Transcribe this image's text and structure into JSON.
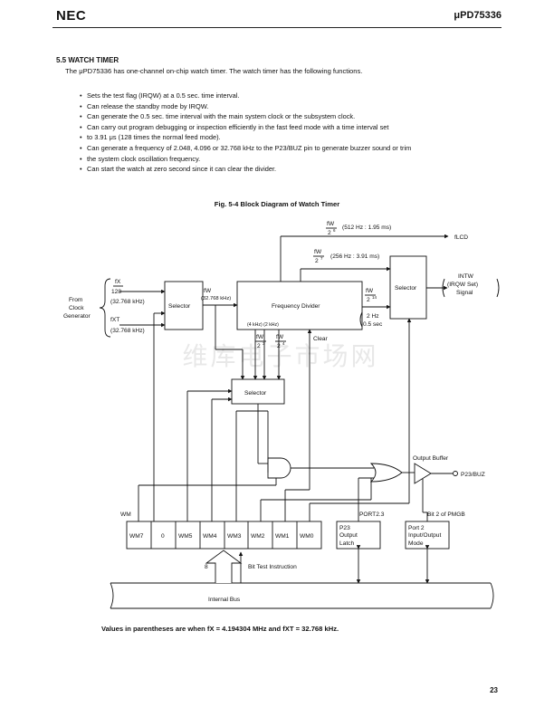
{
  "header": {
    "logo": "NEC",
    "part_number": "μPD75336"
  },
  "section": {
    "title": "5.5   WATCH TIMER",
    "intro": "The μPD75336 has one-channel on-chip watch timer.  The watch timer has the following functions.",
    "bullets": [
      "Sets the test flag (IRQW) at a 0.5 sec. time interval.",
      "Can release the standby mode by IRQW.",
      "Can generate the 0.5 sec. time interval with the main system clock or the subsystem clock.",
      "Can carry out program debugging or inspection efficiently in the fast feed mode with a time interval set",
      "to 3.91 μs (128 times the normal feed mode).",
      "Can generate a frequency of 2.048, 4.096 or 32.768 kHz to the P23/BUZ pin to generate buzzer sound or trim",
      "the system clock oscillation frequency.",
      "Can start the watch at zero second since it can clear the divider."
    ]
  },
  "figure": {
    "title": "Fig. 5-4  Block Diagram of Watch Timer",
    "labels": {
      "fw_2_6_num": "fW",
      "fw_2_6_den": "2",
      "fw_2_6_exp": "6",
      "freq_512": "(512 Hz : 1.95 ms)",
      "flcd": "fLCD",
      "fw_2_7_num": "fW",
      "fw_2_7_den": "2",
      "fw_2_7_exp": "7",
      "freq_256": "(256 Hz : 3.91 ms)",
      "fx_num": "fX",
      "fx_den": "128",
      "fx_freq": "(32.768 kHz)",
      "fxt": "fXT",
      "fxt_freq": "(32.768 kHz)",
      "from_clock_gen": [
        "From",
        "Clock",
        "Generator"
      ],
      "selector_left": "Selector",
      "fw": "fW",
      "fw_freq": "(32.768 kHz)",
      "frequency_divider": "Frequency Divider",
      "divider_taps": "(4 kHz) (2 kHz)",
      "fw_2_14_num": "fW",
      "fw_2_14_den": "2",
      "fw_2_14_exp": "14",
      "hz_2": "2 Hz",
      "sec_05": "0.5 sec",
      "selector_right": "Selector",
      "intw": "INTW",
      "irqw_set": "(IRQW Set)",
      "signal": "Signal",
      "fw_2_3_num": "fW",
      "fw_2_3_den": "2",
      "fw_2_3_exp": "3",
      "fw_2_4_num": "fW",
      "fw_2_4_den": "2",
      "fw_2_4_exp": "4",
      "clear": "Clear",
      "selector_middle": "Selector",
      "output_buffer": "Output Buffer",
      "p23_buz": "P23/BUZ",
      "port23": "PORT2.3",
      "bit2_pmgb": "Bit 2 of PMGB",
      "wm": "WM",
      "wm_bits": [
        "WM7",
        "0",
        "WM5",
        "WM4",
        "WM3",
        "WM2",
        "WM1",
        "WM0"
      ],
      "p23_latch": [
        "P23",
        "Output",
        "Latch"
      ],
      "port2_mode": [
        "Port 2",
        "Input/Output",
        "Mode"
      ],
      "bus_width": "8",
      "bit_test": "Bit Test Instruction",
      "internal_bus": "Internal Bus"
    }
  },
  "footnote": "Values in parentheses are when fX = 4.194304 MHz and fXT = 32.768 kHz.",
  "page_number": "23",
  "watermark": "维库电子市场网"
}
